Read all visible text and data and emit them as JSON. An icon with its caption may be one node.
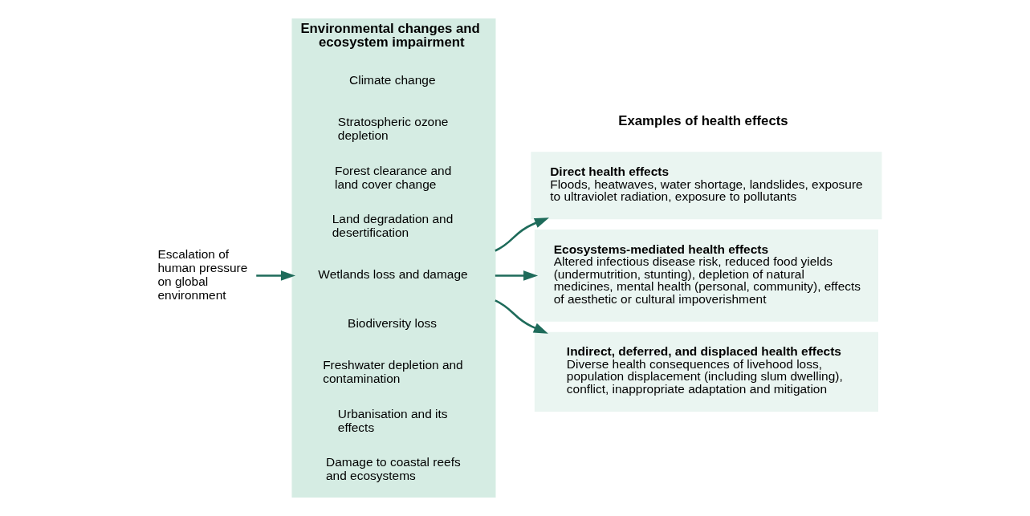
{
  "diagram": {
    "nodes": [
      {
        "text": [
          "Escalation of human pressure on global environment"
        ]
      },
      {
        "text": [
          "Environmental changes and ecosystem impairment"
        ]
      },
      {
        "text": [
          "Climate change"
        ],
        "in": 1
      },
      {
        "text": [
          "Stratospheric ozone depletion"
        ],
        "in": 1
      },
      {
        "text": [
          "Forest clearance and land cover change"
        ],
        "in": 1
      },
      {
        "text": [
          "Land degradation and desertification"
        ],
        "in": 1
      },
      {
        "text": [
          "Wetlands loss and damage"
        ],
        "in": 1
      },
      {
        "text": [
          "Biodiversity loss"
        ],
        "in": 1
      },
      {
        "text": [
          "Freshwater depletion and contamination"
        ],
        "in": 1
      },
      {
        "text": [
          "Urbanisation and its effects"
        ],
        "in": 1
      },
      {
        "text": [
          "Damage to coastal reefs and ecosystems"
        ],
        "in": 1
      },
      {
        "text": [
          "Direct health effects",
          "Floods, heatwaves, water shortage, landslides, exposure to ultraviolet radiation, exposure to pollutants"
        ]
      },
      {
        "text": [
          "Ecosystems-mediated health effects",
          "Altered infectious disease risk, reduced food yields (undermutrition, stunting), depletion of natural medicines, mental health (personal, community), effects of aesthetic or cultural impoverishment"
        ]
      },
      {
        "text": [
          "Indirect, deferred, and displaced health effects",
          "Diverse health consequences of livehood loss, population displacement (including slum dwelling), conflict, inappropriate adaptation and mitigation"
        ]
      }
    ],
    "edges": [
      {
        "from": 0,
        "to": 1,
        "arrow": "to"
      },
      {
        "from": 1,
        "to": 11,
        "arrow": "to"
      },
      {
        "from": 1,
        "to": 12,
        "arrow": "to"
      },
      {
        "from": 1,
        "to": 13,
        "arrow": "to"
      }
    ],
    "labels": [
      "Examples of health effects"
    ]
  }
}
